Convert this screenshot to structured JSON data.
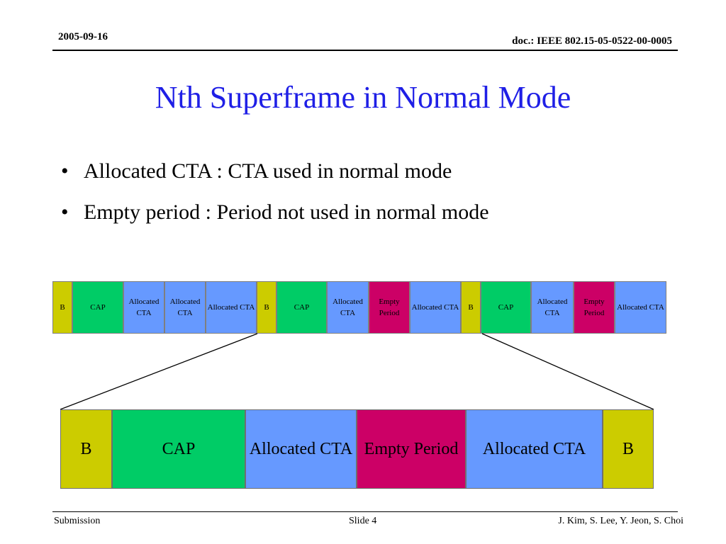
{
  "header": {
    "date": "2005-09-16",
    "doc": "doc.: IEEE 802.15-05-0522-00-0005"
  },
  "title": "Nth Superframe in Normal Mode",
  "bullets": [
    "Allocated CTA : CTA used in normal mode",
    "Empty period : Period not used in normal mode"
  ],
  "bullet_glyph": "•",
  "colors": {
    "beacon": "#cccc00",
    "cap": "#00cc66",
    "allocated_cta": "#6699ff",
    "empty_period": "#cc0066",
    "title": "#1f1fe6"
  },
  "superframe_row": [
    {
      "label": "B",
      "kind": "beacon"
    },
    {
      "label": "CAP",
      "kind": "cap"
    },
    {
      "label": "Allocated CTA",
      "kind": "allocated_cta"
    },
    {
      "label": "Allocated CTA",
      "kind": "allocated_cta"
    },
    {
      "label": "Allocated CTA",
      "kind": "allocated_cta"
    },
    {
      "label": "B",
      "kind": "beacon"
    },
    {
      "label": "CAP",
      "kind": "cap"
    },
    {
      "label": "Allocated CTA",
      "kind": "allocated_cta"
    },
    {
      "label": "Empty Period",
      "kind": "empty_period"
    },
    {
      "label": "Allocated CTA",
      "kind": "allocated_cta"
    },
    {
      "label": "B",
      "kind": "beacon"
    },
    {
      "label": "CAP",
      "kind": "cap"
    },
    {
      "label": "Allocated CTA",
      "kind": "allocated_cta"
    },
    {
      "label": "Empty Period",
      "kind": "empty_period"
    },
    {
      "label": "Allocated CTA",
      "kind": "allocated_cta"
    }
  ],
  "zoomed_superframe": [
    {
      "label": "B",
      "kind": "beacon"
    },
    {
      "label": "CAP",
      "kind": "cap"
    },
    {
      "label": "Allocated CTA",
      "kind": "allocated_cta"
    },
    {
      "label": "Empty Period",
      "kind": "empty_period"
    },
    {
      "label": "Allocated CTA",
      "kind": "allocated_cta"
    },
    {
      "label": "B",
      "kind": "beacon"
    }
  ],
  "footer": {
    "left": "Submission",
    "center": "Slide 4",
    "right": "J. Kim, S. Lee, Y. Jeon, S. Choi"
  }
}
